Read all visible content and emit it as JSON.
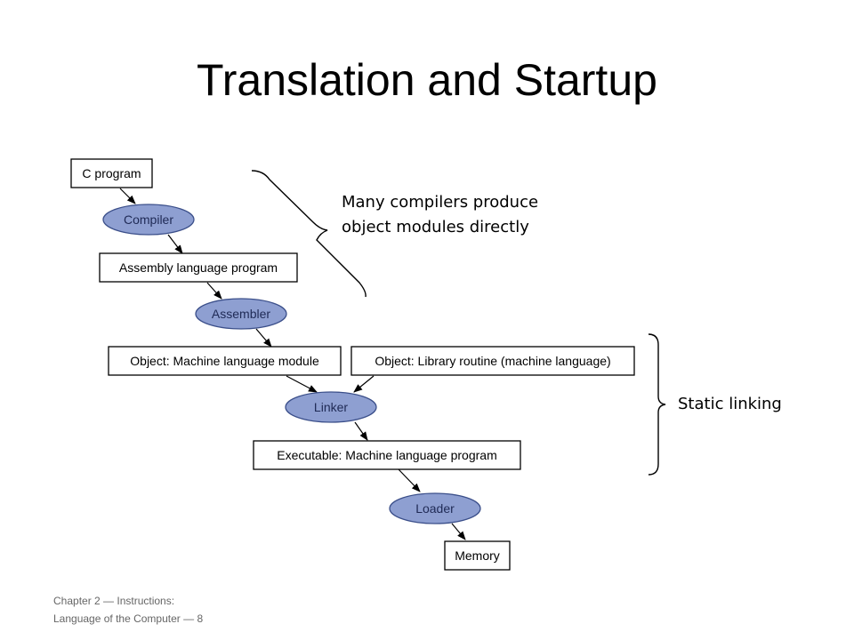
{
  "slide": {
    "title": "Translation and Startup",
    "footer_line1": "Chapter 2 — Instructions:",
    "footer_line2": "Language of the Computer — 8"
  },
  "diagram": {
    "nodes": {
      "c_program": "C program",
      "compiler": "Compiler",
      "assembly_program": "Assembly language program",
      "assembler": "Assembler",
      "object_module": "Object: Machine language module",
      "library_routine": "Object: Library routine (machine language)",
      "linker": "Linker",
      "executable": "Executable: Machine language program",
      "loader": "Loader",
      "memory": "Memory"
    },
    "annotations": {
      "compilers_line1": "Many compilers produce",
      "compilers_line2": "object modules directly",
      "static_linking": "Static linking"
    },
    "colors": {
      "process_fill": "#8e9fd1",
      "process_stroke": "#3b4f8a"
    }
  }
}
